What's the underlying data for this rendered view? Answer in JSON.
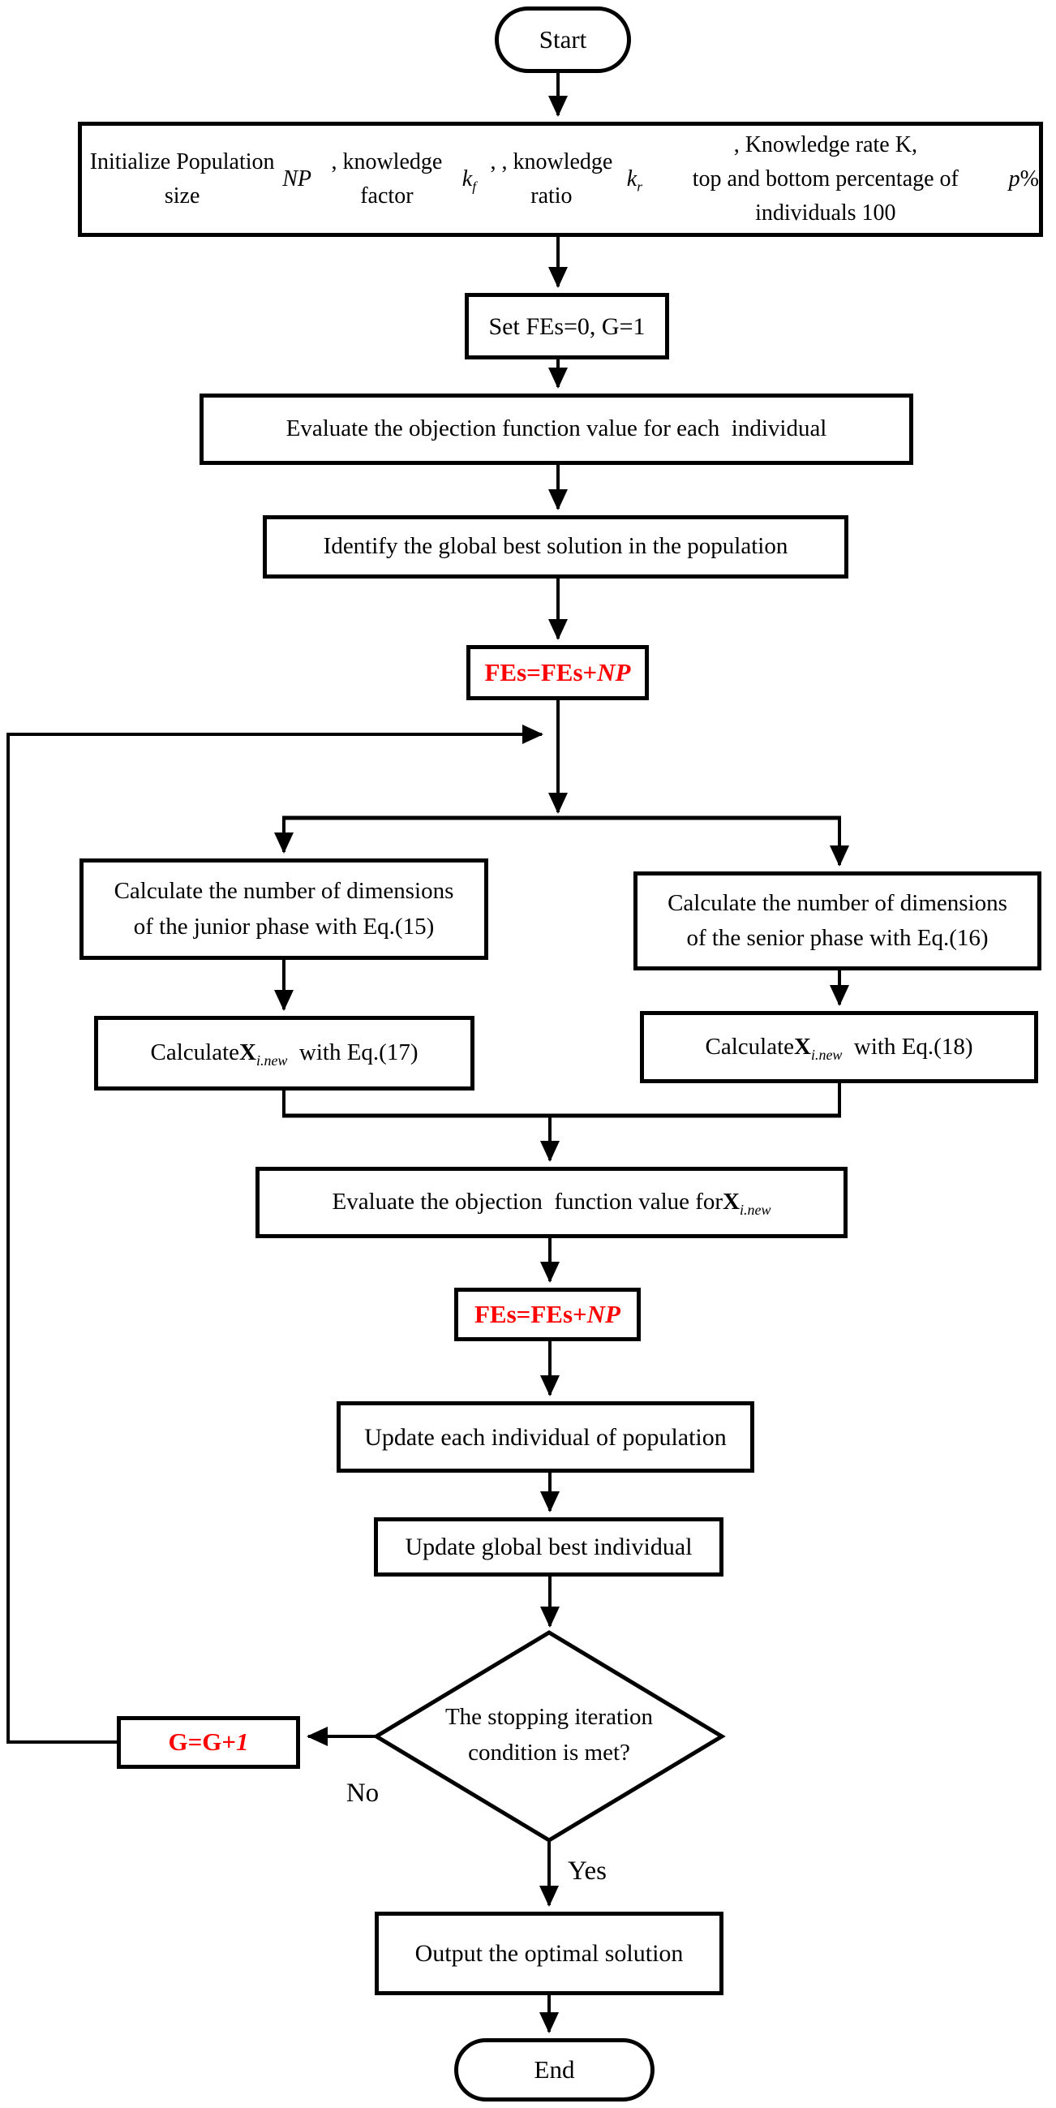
{
  "palette": {
    "accent_red": "#fe0000",
    "line": "#000000",
    "background": "#ffffff"
  },
  "diagram": {
    "type": "flowchart",
    "nodes": {
      "start": {
        "label": "Start",
        "shape": "terminator"
      },
      "init": {
        "label_html": "Initialize Population size <i>NP</i> , knowledge factor <i>k<sub>f</sub></i>, , knowledge ratio <i>k<sub>r</sub></i>, Knowledge rate K,<br>top and bottom percentage of individuals 100<i>p</i> %",
        "shape": "process"
      },
      "set_fes": {
        "label": "Set FEs=0, G=1",
        "shape": "process"
      },
      "evaluate_each": {
        "label_html": "Evaluate the objection function value for each&nbsp; individual",
        "shape": "process"
      },
      "identify_best": {
        "label": "Identify the global best solution in the population",
        "shape": "process"
      },
      "fes_update_1": {
        "label_html": "FEs=FEs+<i>NP</i>",
        "shape": "process",
        "text_color": "#fe0000"
      },
      "junior_dims": {
        "label_html": "Calculate the number of dimensions<br>of the junior phase with Eq.(15)",
        "shape": "process"
      },
      "senior_dims": {
        "label_html": "Calculate the number of dimensions<br>of the senior phase with Eq.(16)",
        "shape": "process"
      },
      "calc_eq17": {
        "label_html": "Calculate <b>X</b><i><sub>i.new</sub></i>&nbsp; with Eq.(17)",
        "shape": "process"
      },
      "calc_eq18": {
        "label_html": "Calculate <b>X</b><i><sub>i.new</sub></i>&nbsp; with Eq.(18)",
        "shape": "process"
      },
      "evaluate_xnew": {
        "label_html": "Evaluate the objection&nbsp; function value for <b>X</b><i><sub>i.new</sub></i>",
        "shape": "process"
      },
      "fes_update_2": {
        "label_html": "FEs=FEs+<i>NP</i>",
        "shape": "process",
        "text_color": "#fe0000"
      },
      "update_individuals": {
        "label": "Update each individual of population",
        "shape": "process"
      },
      "update_best": {
        "label": "Update global best individual",
        "shape": "process"
      },
      "stopping_condition": {
        "label_html": "The stopping iteration<br>condition is met?",
        "shape": "decision"
      },
      "g_increment": {
        "label_html": "G=G+<i>1</i>",
        "shape": "process",
        "text_color": "#fe0000"
      },
      "output_solution": {
        "label": "Output the optimal solution",
        "shape": "process"
      },
      "end": {
        "label": "End",
        "shape": "terminator"
      }
    },
    "edge_labels": {
      "no": "No",
      "yes": "Yes"
    }
  }
}
